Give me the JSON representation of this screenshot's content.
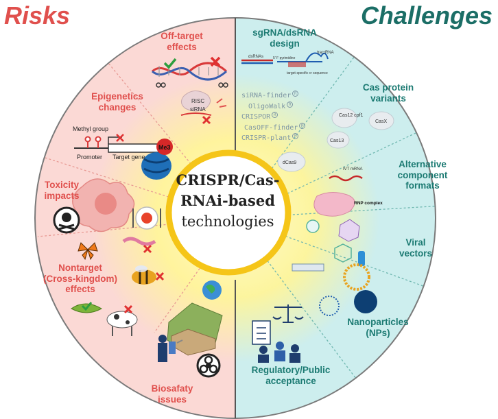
{
  "titles": {
    "left": "Risks",
    "right": "Challenges"
  },
  "center": {
    "line1": "CRISPR/Cas-",
    "line2": "RNAi-based",
    "line3": "technologies"
  },
  "risks": {
    "off_target": "Off-target\neffects",
    "epigenetics": "Epigenetics\nchanges",
    "toxicity": "Toxicity\nimpacts",
    "nontarget": "Nontarget\n(Cross-kingdom)\neffects",
    "biosafety": "Biosafaty\nissues"
  },
  "risk_details": {
    "methyl_group": "Methyl group",
    "promoter": "Promoter",
    "target_gene": "Target gene",
    "me3": "Me3",
    "risc": "RISC",
    "sirna": "siRNA"
  },
  "challenges": {
    "sgrna": "sgRNA/dsRNA\ndesign",
    "cas_variants": "Cas protein\nvariants",
    "alt_formats": "Alternative\ncomponent\nformats",
    "viral": "Viral\nvectors",
    "nanoparticles": "Nanoparticles\n(NPs)",
    "regulatory": "Regulatory/Public\nacceptance"
  },
  "challenge_details": {
    "dsrnas": "dsRNAs",
    "pyrimidine": "5' F pyrimidine",
    "tracrrna": "tracrRNA",
    "target_specific": "target-specific\ncr sequence",
    "cas12": "Cas12\ncpf1",
    "casx": "CasX",
    "cas13": "Cas13",
    "dcas9": "dCas9",
    "ivt_mrna": "IVT\nmRNA",
    "rnp_complex": "RNP\ncomplex"
  },
  "tools": [
    "siRNA-finder",
    "OligoWalk",
    "CRISPOR",
    "CasOFF-finder",
    "CRISPR-plant"
  ],
  "tool_mark": "R",
  "colors": {
    "risk_bg": "#fbd9d5",
    "challenge_bg": "#cdeeee",
    "risk_text": "#e0504d",
    "challenge_text": "#1b7a72",
    "center_ring": "#f5c518",
    "glow": "#fff59a"
  }
}
